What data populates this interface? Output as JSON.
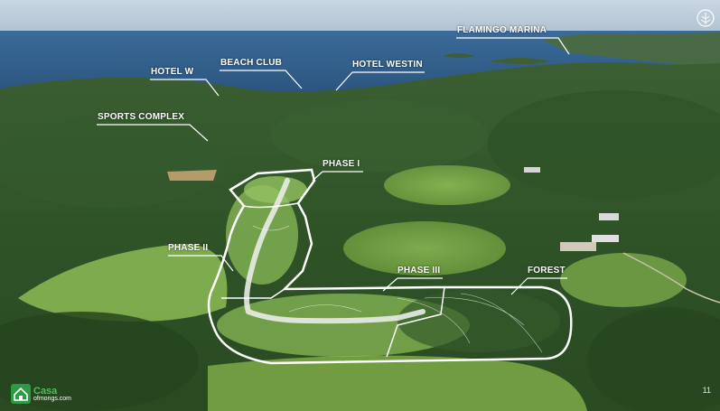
{
  "labels": {
    "flamingo_marina": "FLAMINGO MARINA",
    "hotel_w": "HOTEL W",
    "beach_club": "BEACH CLUB",
    "hotel_westin": "HOTEL WESTIN",
    "sports_complex": "SPORTS COMPLEX",
    "phase_1": "PHASE I",
    "phase_2": "PHASE II",
    "phase_3": "PHASE III",
    "forest": "FOREST"
  },
  "page_number": "11",
  "brand": {
    "icon": "house-logo-icon",
    "text": "Casa",
    "sub": "ofmongs.com"
  },
  "corner_logo": "tree-badge-icon",
  "colors": {
    "sky": "#b7c8d6",
    "sea": "#2f5f8f",
    "forest_dark": "#2c4d23",
    "meadow": "#7fae4b",
    "outline": "#ffffff"
  }
}
